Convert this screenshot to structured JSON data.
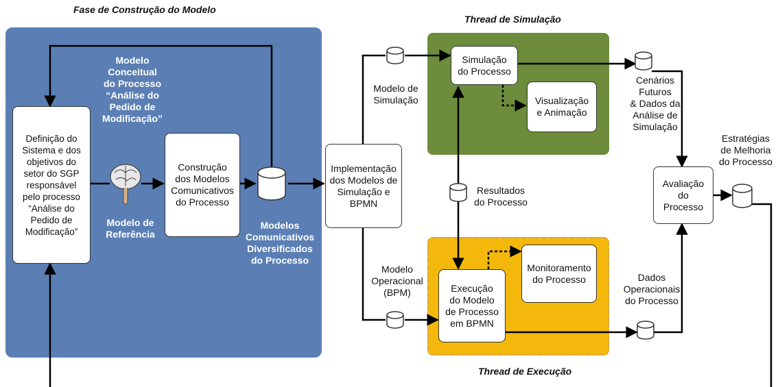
{
  "regions": {
    "model_phase": "Fase de Construção do Modelo",
    "sim_thread": "Thread de Simulação",
    "exec_thread": "Thread de Execução"
  },
  "boxes": {
    "definition": "Definição do\nSistema e dos\nobjetivos do\nsetor do SGP\nresponsável\npelo processo\n“Análise do\nPedido de\nModificação”",
    "construction": "Construção\ndos Modelos\nComunicativos\ndo Processo",
    "implementation": "Implementação\ndos Modelos de\nSimulação e\nBPMN",
    "simulation": "Simulação\ndo Processo",
    "visualization": "Visualização\ne Animação",
    "execution": "Execução\ndo Modelo\nde Processo\nem BPMN",
    "monitoring": "Monitoramento\ndo Processo",
    "evaluation": "Avaliação\ndo\nProcesso"
  },
  "labels": {
    "conceptual_model": "Modelo\nConceitual\ndo Processo\n“Análise do\nPedido de\nModificação”",
    "reference_model": "Modelo de\nReferência",
    "diversified_models": "Modelos\nComunicativos\nDiversificados\ndo Processo",
    "simulation_model": "Modelo de\nSimulação",
    "operational_model": "Modelo\nOperacional\n(BPM)",
    "process_results": "Resultados\ndo Processo",
    "future_scenarios": "Cenários\nFuturos\n& Dados da\nAnálise de\nSimulação",
    "operational_data": "Dados\nOperacionais\ndo Processo",
    "improvement_strategies": "Estratégias\nde Melhoria\ndo Processo"
  },
  "colors": {
    "model_phase_fill": "#5b7fb4",
    "sim_thread_fill": "#6d8c3c",
    "exec_thread_fill": "#f3b80b",
    "connector": "#000000"
  },
  "icons": {
    "data_store": "database-cylinder-icon",
    "brain": "brain-icon"
  }
}
